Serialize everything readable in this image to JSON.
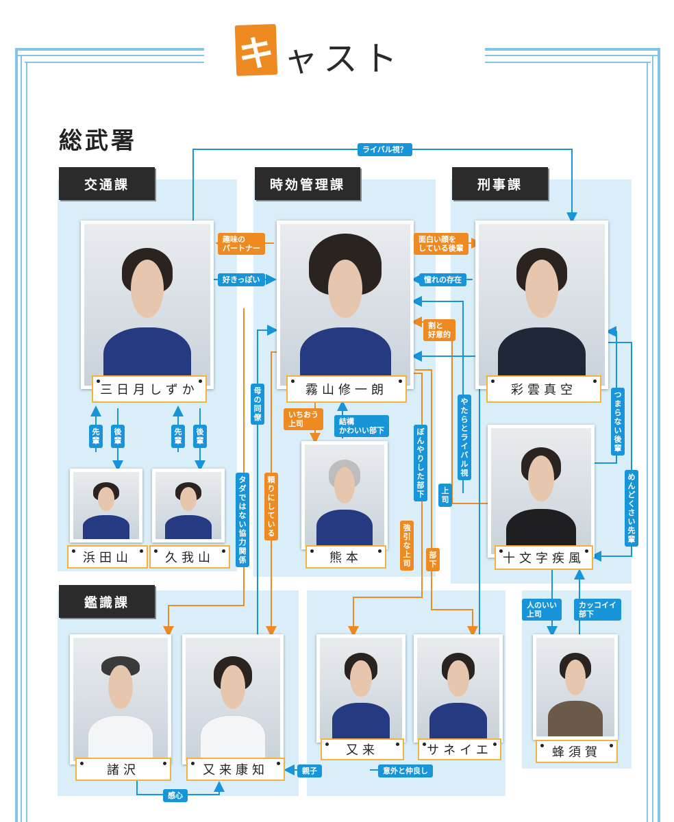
{
  "header": {
    "first_char": "キ",
    "rest": "ャスト"
  },
  "bureau": "総武署",
  "departments": {
    "traffic": "交通課",
    "statute": "時効管理課",
    "criminal": "刑事課",
    "forensics": "鑑識課"
  },
  "names": {
    "mikazuki": "三日月しずか",
    "kiriyama": "霧山修一朗",
    "saiun": "彩雲真空",
    "hamadayama": "浜田山",
    "kugayama": "久我山",
    "kumamoto": "熊本",
    "jumonji": "十文字疾風",
    "morosawa": "諸沢",
    "matakiyasu": "又来康知",
    "mataki": "又来",
    "sanei": "サネイエ",
    "hachisuka": "蜂須賀"
  },
  "labels": {
    "rival": "ライバル視？",
    "hobby_partner": "趣味の\nパートナー",
    "seems_like": "好きっぽい",
    "funny_face": "面白い顔を\nしている後輩",
    "admired": "憧れの存在",
    "kind_of_fond": "割と\n好意的",
    "boss_sortof": "いちおう\n上司",
    "cute_sub": "結構\nかわいい部下",
    "senpai1": "先輩",
    "kohai1": "後輩",
    "senpai2": "先輩",
    "kohai2": "後輩",
    "mothers_colleague": "母の同僚",
    "free_cooperation": "タダではない協力関係",
    "relying": "頼りにしている",
    "vague_sub": "ぼんやりした部下",
    "pushy_boss": "強引な上司",
    "subordinate": "部下",
    "boss": "上司",
    "rivalry": "やたらとライバル視",
    "boring_kohai": "つまらない後輩",
    "annoying_senpai": "めんどくさい先輩",
    "nice_boss": "人のいい\n上司",
    "cool_sub": "カッコイイ\n部下",
    "parent_child": "親子",
    "surprisingly_close": "意外と仲良し",
    "impressed": "感心"
  },
  "colors": {
    "blue": "#1795d8",
    "orange": "#ee8a22",
    "frame": "#7fc6e6",
    "panel": "#d9eef8"
  }
}
